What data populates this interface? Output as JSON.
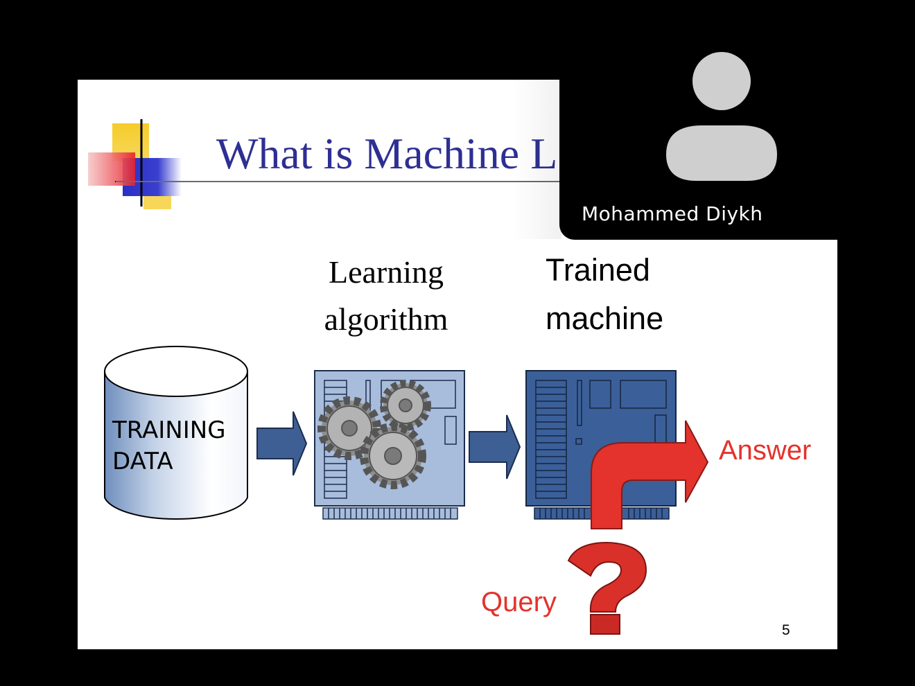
{
  "slide": {
    "title": "What is Machine L",
    "learning_label_line1": "Learning",
    "learning_label_line2": "algorithm",
    "trained_label_line1": "Trained",
    "trained_label_line2": "machine",
    "training_label_line1": "TRAINING",
    "training_label_line2": "DATA",
    "answer_label": "Answer",
    "query_label": "Query",
    "page_number": "5",
    "colors": {
      "title": "#2e2f93",
      "arrow_blue": "#3e5f94",
      "red_accent": "#e3332c",
      "board_light": "#a8bcdb",
      "board_dark": "#3b5f99"
    }
  },
  "video_tile": {
    "participant_name": "Mohammed Diykh",
    "avatar_icon": "person-silhouette-icon"
  }
}
